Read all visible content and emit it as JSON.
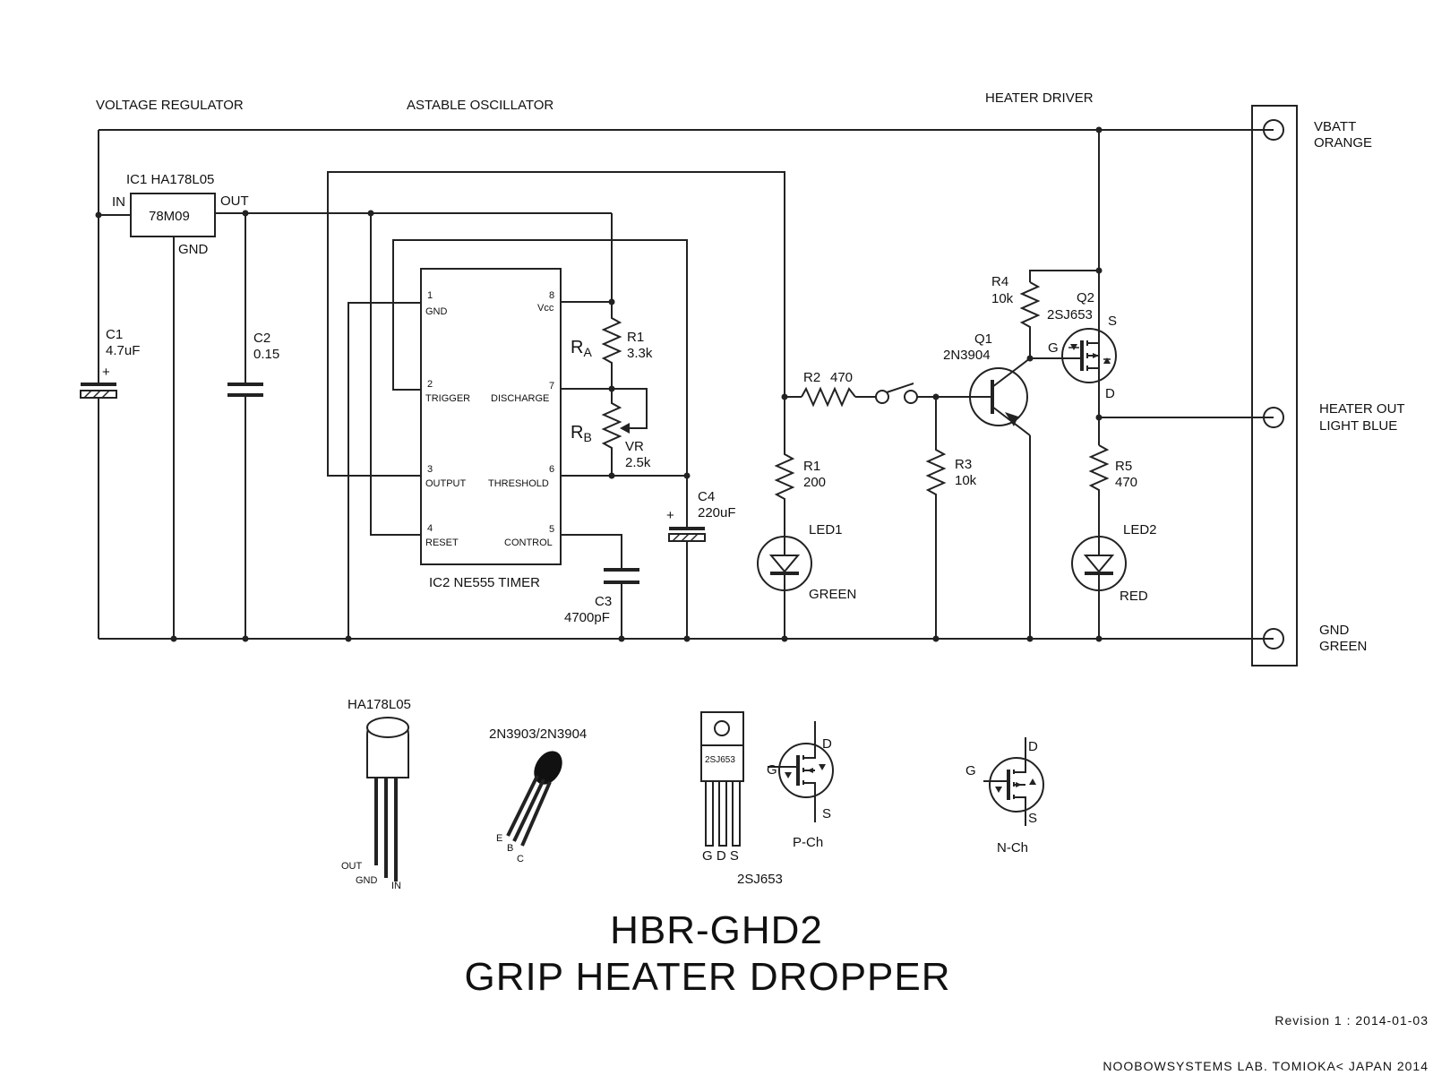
{
  "sections": {
    "regulator": "VOLTAGE REGULATOR",
    "oscillator": "ASTABLE OSCILLATOR",
    "driver": "HEATER DRIVER"
  },
  "ic1": {
    "ref": "IC1 HA178L05",
    "body": "78M09",
    "in": "IN",
    "out": "OUT",
    "gnd": "GND"
  },
  "ic2": {
    "title": "IC2 NE555 TIMER",
    "pins": [
      {
        "num": "1",
        "name": "GND"
      },
      {
        "num": "2",
        "name": "TRIGGER"
      },
      {
        "num": "3",
        "name": "OUTPUT"
      },
      {
        "num": "4",
        "name": "RESET"
      },
      {
        "num": "8",
        "name": "Vcc"
      },
      {
        "num": "7",
        "name": "DISCHARGE"
      },
      {
        "num": "6",
        "name": "THRESHOLD"
      },
      {
        "num": "5",
        "name": "CONTROL"
      }
    ]
  },
  "components": {
    "c1": {
      "ref": "C1",
      "value": "4.7uF",
      "polarity": "+"
    },
    "c2": {
      "ref": "C2",
      "value": "0.15"
    },
    "c3": {
      "ref": "C3",
      "value": "4700pF"
    },
    "c4": {
      "ref": "C4",
      "value": "220uF",
      "polarity": "+"
    },
    "ra": {
      "sym": "R",
      "sub": "A",
      "ref": "R1",
      "value": "3.3k"
    },
    "rb": {
      "sym": "R",
      "sub": "B",
      "ref": "VR",
      "value": "2.5k"
    },
    "r1b": {
      "ref": "R1",
      "value": "200"
    },
    "r2": {
      "ref": "R2",
      "value": "470"
    },
    "r3": {
      "ref": "R3",
      "value": "10k"
    },
    "r4": {
      "ref": "R4",
      "value": "10k"
    },
    "r5": {
      "ref": "R5",
      "value": "470"
    },
    "led1": {
      "ref": "LED1",
      "color": "GREEN"
    },
    "led2": {
      "ref": "LED2",
      "color": "RED"
    },
    "q1": {
      "ref": "Q1",
      "part": "2N3904"
    },
    "q2": {
      "ref": "Q2",
      "part": "2SJ653",
      "g": "G",
      "s": "S",
      "d": "D"
    }
  },
  "connector": [
    {
      "line1": "VBATT",
      "line2": "ORANGE"
    },
    {
      "line1": "HEATER OUT",
      "line2": "LIGHT BLUE"
    },
    {
      "line1": "GND",
      "line2": "GREEN"
    }
  ],
  "packages": {
    "ha178": {
      "title": "HA178L05",
      "out": "OUT",
      "gnd": "GND",
      "in": "IN"
    },
    "trans": {
      "title": "2N3903/2N3904",
      "e": "E",
      "b": "B",
      "c": "C"
    },
    "mosfet": {
      "marking": "2SJ653",
      "pins": "G D S",
      "caption": "2SJ653"
    },
    "pch": {
      "caption": "P-Ch",
      "g": "G",
      "d": "D",
      "s": "S"
    },
    "nch": {
      "caption": "N-Ch",
      "g": "G",
      "d": "D",
      "s": "S"
    }
  },
  "title": {
    "line1": "HBR-GHD2",
    "line2": "GRIP HEATER DROPPER"
  },
  "revision": "Revision 1 : 2014-01-03",
  "credit": "NOOBOWSYSTEMS LAB. TOMIOKA< JAPAN 2014",
  "colors": {
    "ink": "#222222",
    "background": "#ffffff"
  }
}
